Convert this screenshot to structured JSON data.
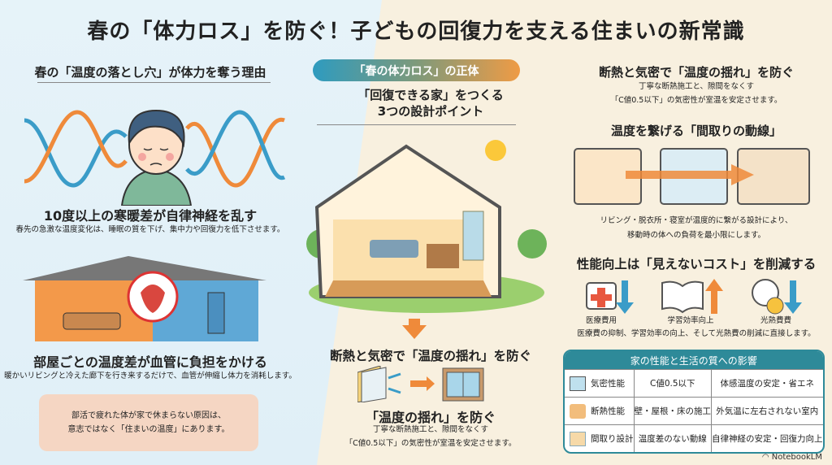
{
  "title": "春の「体力ロス」を防ぐ！子どもの回復力を支える住まいの新常識",
  "left": {
    "heading": "春の「温度の落とし穴」が体力を奪う理由",
    "point1_title": "10度以上の寒暖差が自律神経を乱す",
    "point1_text": "春先の急激な温度変化は、睡眠の質を下げ、集中力や回復力を低下させます。",
    "point2_title": "部屋ごとの温度差が血管に負担をかける",
    "point2_text": "暖かいリビングと冷えた廊下を行き来するだけで、血管が伸縮し体力を消耗します。",
    "callout_line1": "部活で疲れた体が家で休まらない原因は、",
    "callout_line2": "意志ではなく「住まいの温度」にあります。"
  },
  "middle": {
    "pill": "「春の体力ロス」の正体",
    "heading_line1": "「回復できる家」をつくる",
    "heading_line2": "3つの設計ポイント",
    "section_title": "断熱と気密で「温度の揺れ」を防ぐ",
    "sub_title": "「温度の揺れ」を防ぐ",
    "text_line1": "丁寧な断熱施工と、隙間をなくす",
    "text_line2": "「C値0.5以下」の気密性が室温を安定させます。"
  },
  "right": {
    "s1_title": "断熱と気密で「温度の揺れ」を防ぐ",
    "s1_line1": "丁寧な断熱施工と、隙間をなくす",
    "s1_line2": "「C値0.5以下」の気密性が室温を安定させます。",
    "s2_title": "温度を繋げる「間取りの動線」",
    "s2_line1": "リビング・脱衣所・寝室が温度的に繋がる設計により、",
    "s2_line2": "移動時の体への負荷を最小限にします。",
    "s3_title": "性能向上は「見えないコスト」を削減する",
    "icons": [
      {
        "label": "医療費用",
        "icon": "first-aid-kit-icon",
        "trend": "down"
      },
      {
        "label": "学習効率向上",
        "icon": "book-icon",
        "trend": "up"
      },
      {
        "label": "光熱費費",
        "icon": "meter-yen-icon",
        "trend": "down"
      }
    ],
    "s3_text": "医療費の抑制、学習効率の向上、そして光熱費の削減に直接します。",
    "table": {
      "title": "家の性能と生活の質への影響",
      "rows": [
        [
          "気密性能",
          "C値0.5以下",
          "体感温度の安定・省エネ"
        ],
        [
          "断熱性能",
          "壁・屋根・床の施工",
          "外気温に左右されない室内"
        ],
        [
          "間取り設計",
          "温度差のない動線",
          "自律神経の安定・回復力向上"
        ]
      ]
    }
  },
  "colors": {
    "teal": "#2e8a99",
    "orange": "#ef8a3a",
    "blue": "#3a9cc8"
  },
  "brand": "NotebookLM"
}
